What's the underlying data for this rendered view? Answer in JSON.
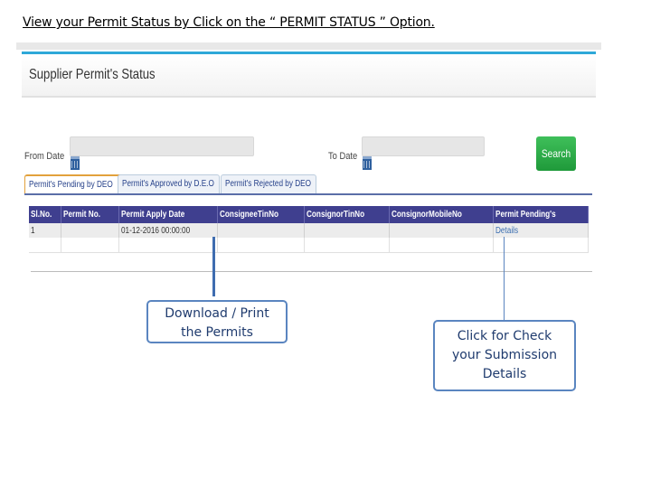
{
  "instruction": "View your Permit Status by Click on the “ PERMIT STATUS ” Option.",
  "screen": {
    "title": "Supplier Permit's Status",
    "from_date_label": "From Date",
    "to_date_label": "To Date",
    "from_date_value": "",
    "to_date_value": "",
    "search_label": "Search",
    "tabs": [
      {
        "label": "Permit's Pending by DEO",
        "active": true
      },
      {
        "label": "Permit's Approved by D.E.O",
        "active": false
      },
      {
        "label": "Permit's Rejected by DEO",
        "active": false
      }
    ],
    "table": {
      "headers": [
        "Sl.No.",
        "Permit No.",
        "Permit Apply Date",
        "ConsigneeTinNo",
        "ConsignorTinNo",
        "ConsignorMobileNo",
        "Permit Pending's"
      ],
      "rows": [
        [
          "1",
          "",
          "01-12-2016 00:00:00",
          "",
          "",
          "",
          "Details"
        ]
      ]
    }
  },
  "callouts": {
    "download_line1": "Download / Print",
    "download_line2": "the Permits",
    "check_line1": "Click for Check",
    "check_line2": "your Submission",
    "check_line3": "Details"
  },
  "colors": {
    "accent_bar": "#2ea8d8",
    "table_header": "#3f3f8f",
    "search_button": "#1f9a3a",
    "callout_border": "#5a85c0"
  },
  "icons": {
    "from_calendar": "calendar-icon",
    "to_calendar": "calendar-icon"
  }
}
